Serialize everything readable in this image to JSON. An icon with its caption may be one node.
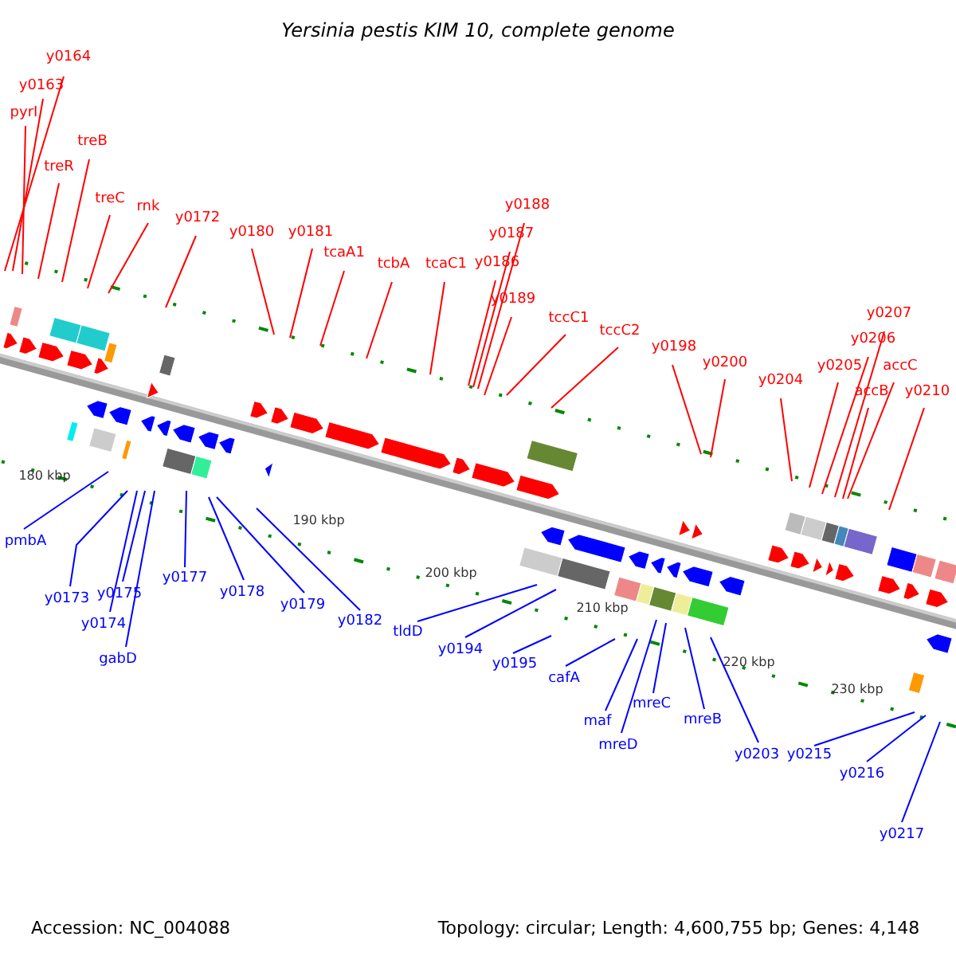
{
  "diagram": {
    "title": "Yersinia pestis KIM 10, complete genome",
    "nodes": [
      {
        "text": [
          "y0164"
        ]
      },
      {
        "text": [
          "y0163"
        ]
      },
      {
        "text": [
          "pyrI"
        ]
      },
      {
        "text": [
          "treR"
        ]
      },
      {
        "text": [
          "treB"
        ]
      },
      {
        "text": [
          "treC"
        ]
      },
      {
        "text": [
          "rnk"
        ]
      },
      {
        "text": [
          "y0172"
        ]
      },
      {
        "text": [
          "y0180"
        ]
      },
      {
        "text": [
          "y0181"
        ]
      },
      {
        "text": [
          "tcaA1"
        ]
      },
      {
        "text": [
          "tcbA"
        ]
      },
      {
        "text": [
          "tcaC1"
        ]
      },
      {
        "text": [
          "y0186"
        ]
      },
      {
        "text": [
          "y0187"
        ]
      },
      {
        "text": [
          "y0188"
        ]
      },
      {
        "text": [
          "y0189"
        ]
      },
      {
        "text": [
          "tccC1"
        ]
      },
      {
        "text": [
          "tccC2"
        ]
      },
      {
        "text": [
          "y0198"
        ]
      },
      {
        "text": [
          "y0200"
        ]
      },
      {
        "text": [
          "y0204"
        ]
      },
      {
        "text": [
          "y0205"
        ]
      },
      {
        "text": [
          "y0206"
        ]
      },
      {
        "text": [
          "y0207"
        ]
      },
      {
        "text": [
          "accC"
        ]
      },
      {
        "text": [
          "accB"
        ]
      },
      {
        "text": [
          "y0210"
        ]
      },
      {
        "text": [
          "pmbA"
        ]
      },
      {
        "text": [
          "y0173"
        ]
      },
      {
        "text": [
          "y0174"
        ]
      },
      {
        "text": [
          "y0175"
        ]
      },
      {
        "text": [
          "gabD"
        ]
      },
      {
        "text": [
          "y0177"
        ]
      },
      {
        "text": [
          "y0178"
        ]
      },
      {
        "text": [
          "y0179"
        ]
      },
      {
        "text": [
          "y0182"
        ]
      },
      {
        "text": [
          "tldD"
        ]
      },
      {
        "text": [
          "y0194"
        ]
      },
      {
        "text": [
          "y0195"
        ]
      },
      {
        "text": [
          "cafA"
        ]
      },
      {
        "text": [
          "maf"
        ]
      },
      {
        "text": [
          "mreD"
        ]
      },
      {
        "text": [
          "mreC"
        ]
      },
      {
        "text": [
          "mreB"
        ]
      },
      {
        "text": [
          "y0203"
        ]
      },
      {
        "text": [
          "y0215"
        ]
      },
      {
        "text": [
          "y0216"
        ]
      },
      {
        "text": [
          "y0217"
        ]
      }
    ],
    "edges": [
      {
        "from": 0,
        "to": null,
        "arrow": "none"
      },
      {
        "from": 1,
        "to": null,
        "arrow": "none"
      },
      {
        "from": 2,
        "to": null,
        "arrow": "none"
      },
      {
        "from": 3,
        "to": null,
        "arrow": "none"
      },
      {
        "from": 4,
        "to": null,
        "arrow": "none"
      },
      {
        "from": 5,
        "to": null,
        "arrow": "none"
      },
      {
        "from": 6,
        "to": null,
        "arrow": "none"
      },
      {
        "from": 7,
        "to": null,
        "arrow": "none"
      },
      {
        "from": 8,
        "to": null,
        "arrow": "none"
      },
      {
        "from": 9,
        "to": null,
        "arrow": "none"
      },
      {
        "from": 10,
        "to": null,
        "arrow": "none"
      },
      {
        "from": 11,
        "to": null,
        "arrow": "none"
      },
      {
        "from": 12,
        "to": null,
        "arrow": "none"
      },
      {
        "from": 13,
        "to": null,
        "arrow": "none"
      },
      {
        "from": 14,
        "to": null,
        "arrow": "none"
      },
      {
        "from": 15,
        "to": null,
        "arrow": "none"
      },
      {
        "from": 16,
        "to": null,
        "arrow": "none"
      },
      {
        "from": 17,
        "to": null,
        "arrow": "none"
      },
      {
        "from": 18,
        "to": null,
        "arrow": "none"
      },
      {
        "from": 19,
        "to": null,
        "arrow": "none"
      },
      {
        "from": 20,
        "to": null,
        "arrow": "none"
      },
      {
        "from": 21,
        "to": null,
        "arrow": "none"
      },
      {
        "from": 22,
        "to": null,
        "arrow": "none"
      },
      {
        "from": 23,
        "to": null,
        "arrow": "none"
      },
      {
        "from": 24,
        "to": null,
        "arrow": "none"
      },
      {
        "from": 25,
        "to": null,
        "arrow": "none"
      },
      {
        "from": 26,
        "to": null,
        "arrow": "none"
      },
      {
        "from": 27,
        "to": null,
        "arrow": "none"
      },
      {
        "from": 28,
        "to": null,
        "arrow": "none",
        "color": "#0000ff"
      },
      {
        "from": 29,
        "to": null,
        "arrow": "none",
        "color": "#0000ff"
      },
      {
        "from": 30,
        "to": null,
        "arrow": "none",
        "color": "#0000ff"
      },
      {
        "from": 31,
        "to": null,
        "arrow": "none",
        "color": "#0000ff"
      },
      {
        "from": 32,
        "to": null,
        "arrow": "none",
        "color": "#0000ff"
      },
      {
        "from": 33,
        "to": null,
        "arrow": "none",
        "color": "#0000ff"
      },
      {
        "from": 34,
        "to": null,
        "arrow": "none",
        "color": "#0000ff"
      },
      {
        "from": 35,
        "to": null,
        "arrow": "none",
        "color": "#0000ff"
      },
      {
        "from": 36,
        "to": null,
        "arrow": "none",
        "color": "#0000ff"
      },
      {
        "from": 37,
        "to": null,
        "arrow": "none",
        "color": "#0000ff"
      },
      {
        "from": 38,
        "to": null,
        "arrow": "none",
        "color": "#0000ff"
      },
      {
        "from": 39,
        "to": null,
        "arrow": "none",
        "color": "#0000ff"
      },
      {
        "from": 40,
        "to": null,
        "arrow": "none",
        "color": "#0000ff"
      },
      {
        "from": 41,
        "to": null,
        "arrow": "none",
        "color": "#0000ff"
      },
      {
        "from": 42,
        "to": null,
        "arrow": "none",
        "color": "#0000ff"
      },
      {
        "from": 43,
        "to": null,
        "arrow": "none",
        "color": "#0000ff"
      },
      {
        "from": 44,
        "to": null,
        "arrow": "none",
        "color": "#0000ff"
      },
      {
        "from": 45,
        "to": null,
        "arrow": "none",
        "color": "#0000ff"
      },
      {
        "from": 46,
        "to": null,
        "arrow": "none",
        "color": "#0000ff"
      },
      {
        "from": 47,
        "to": null,
        "arrow": "none",
        "color": "#0000ff"
      },
      {
        "from": 48,
        "to": null,
        "arrow": "none",
        "color": "#0000ff"
      }
    ],
    "labels": [
      "180 kbp",
      "190 kbp",
      "200 kbp",
      "210 kbp",
      "220 kbp",
      "230 kbp",
      "Accession: NC_004088",
      "Topology: circular; Length: 4,600,755 bp; Genes: 4,148"
    ]
  }
}
